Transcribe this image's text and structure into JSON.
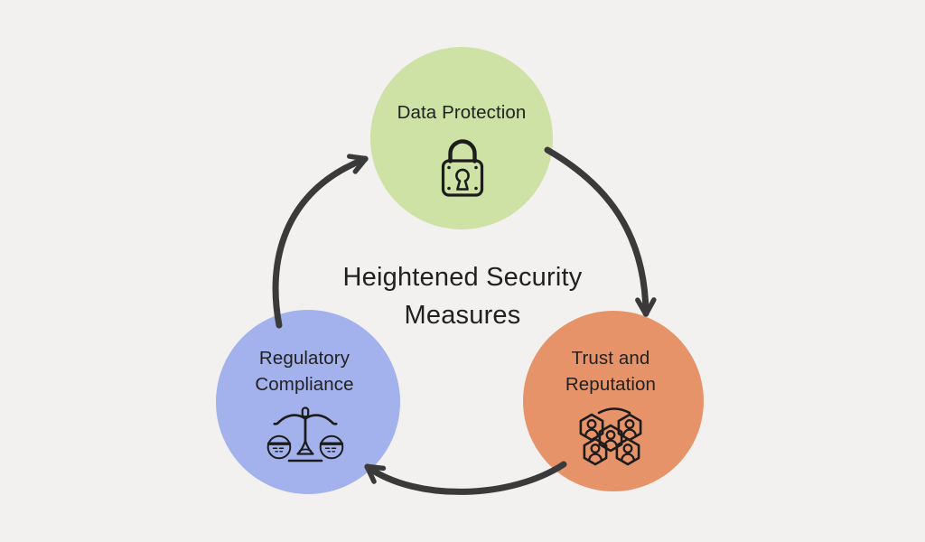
{
  "title": {
    "line1": "Heightened Security",
    "line2": "Measures"
  },
  "nodes": [
    {
      "id": "data-protection",
      "label": "Data Protection",
      "lines": [
        "Data Protection"
      ],
      "icon": "lock-icon",
      "color": "#cde2a4"
    },
    {
      "id": "regulatory-compliance",
      "label": "Regulatory Compliance",
      "lines": [
        "Regulatory",
        "Compliance"
      ],
      "icon": "scales-icon",
      "color": "#a3b2ed"
    },
    {
      "id": "trust-and-reputation",
      "label": "Trust and Reputation",
      "lines": [
        "Trust and",
        "Reputation"
      ],
      "icon": "people-network-icon",
      "color": "#e7936a"
    }
  ],
  "cycle": [
    {
      "from": "data-protection",
      "to": "trust-and-reputation"
    },
    {
      "from": "trust-and-reputation",
      "to": "regulatory-compliance"
    },
    {
      "from": "regulatory-compliance",
      "to": "data-protection"
    }
  ],
  "colors": {
    "background": "#f2f1ef",
    "arrow": "#3a3a3a",
    "icon": "#1c1c1c",
    "text": "#212121"
  }
}
